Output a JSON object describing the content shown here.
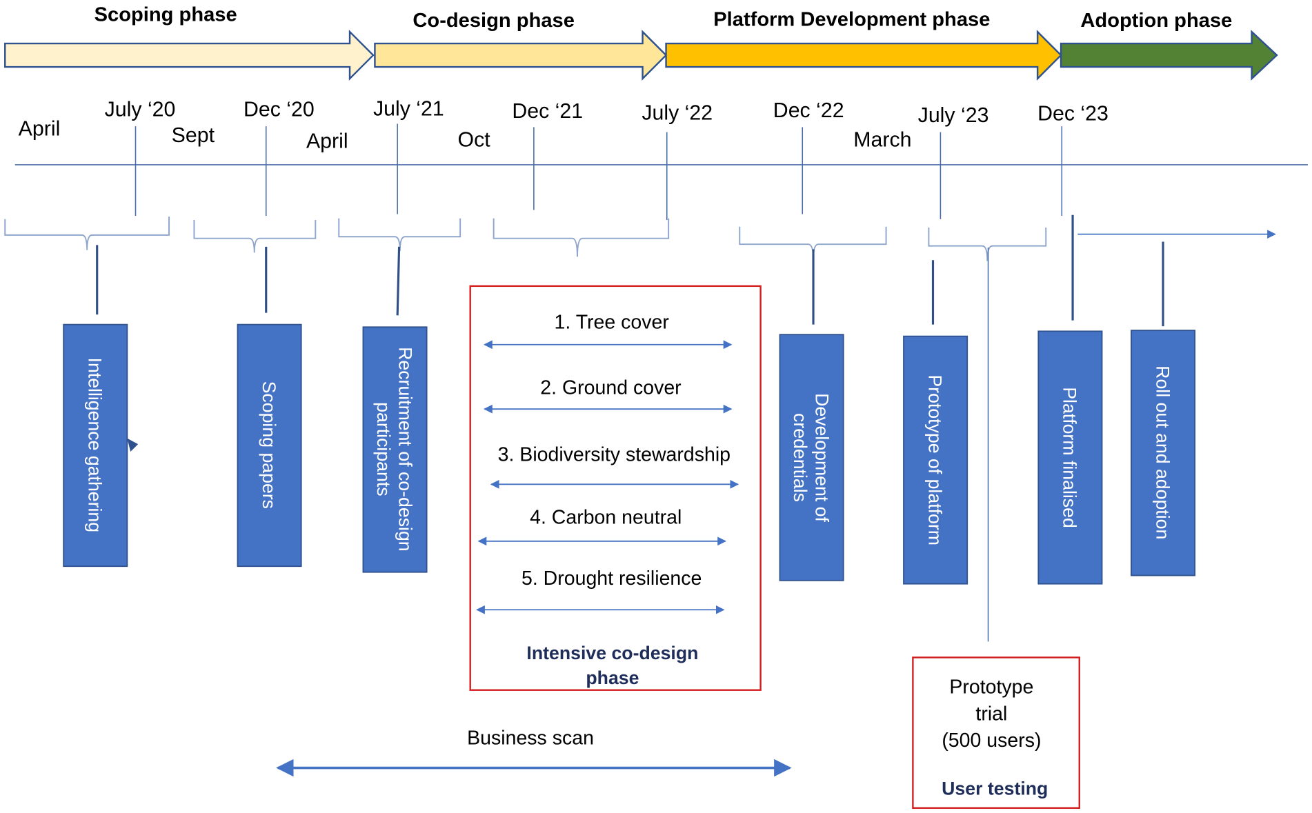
{
  "phases": [
    {
      "label": "Scoping phase",
      "color": "#fff2cc"
    },
    {
      "label": "Co-design phase",
      "color": "#ffe699"
    },
    {
      "label": "Platform Development phase",
      "color": "#ffc000"
    },
    {
      "label": "Adoption phase",
      "color": "#548235"
    }
  ],
  "dates": [
    "April",
    "July ‘20",
    "Sept",
    "Dec ‘20",
    "July ‘21",
    "April",
    "Oct",
    "Dec ‘21",
    "July ‘22",
    "Dec ‘22",
    "March",
    "July ‘23",
    "Dec ‘23"
  ],
  "activities": [
    {
      "lines": [
        "Intelligence gathering"
      ]
    },
    {
      "lines": [
        "Scoping papers"
      ]
    },
    {
      "lines": [
        "Recruitment of co-design",
        "participants"
      ]
    },
    {
      "lines": [
        "Development of",
        "credentials"
      ]
    },
    {
      "lines": [
        "Prototype of platform"
      ]
    },
    {
      "lines": [
        "Platform finalised"
      ]
    },
    {
      "lines": [
        "Roll out and adoption"
      ]
    }
  ],
  "codesign": {
    "topics": [
      "1. Tree cover",
      "2. Ground cover",
      "3. Biodiversity stewardship",
      "4. Carbon neutral",
      "5. Drought resilience"
    ],
    "title_lines": [
      "Intensive co-design",
      "phase"
    ]
  },
  "prototype_trial": {
    "lines": [
      "Prototype",
      "trial",
      "(500 users)"
    ],
    "caption": "User testing"
  },
  "business_scan": "Business scan",
  "colors": {
    "accent_blue": "#4472c4",
    "box_border": "#d42020",
    "caption": "#1f2d5a"
  }
}
